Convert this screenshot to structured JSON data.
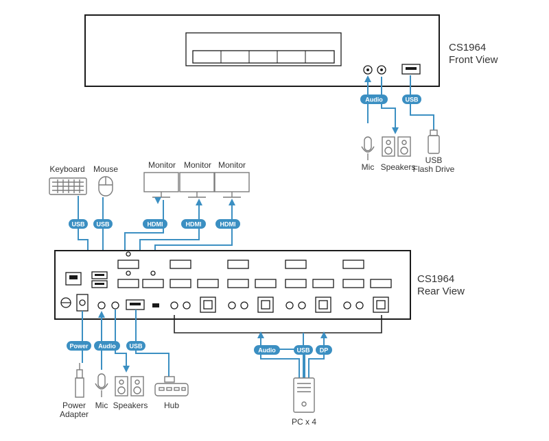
{
  "front": {
    "model": "CS1964",
    "view": "Front View"
  },
  "rear": {
    "model": "CS1964",
    "view": "Rear View"
  },
  "devices": {
    "keyboard": "Keyboard",
    "mouse": "Mouse",
    "monitor": "Monitor",
    "mic": "Mic",
    "speakers": "Speakers",
    "usb_flash": [
      "USB",
      "Flash Drive"
    ],
    "power_adapter": [
      "Power",
      "Adapter"
    ],
    "hub": "Hub",
    "pc": "PC x 4"
  },
  "badges": {
    "usb": "USB",
    "hdmi": "HDMI",
    "audio": "Audio",
    "power": "Power",
    "dp": "DP"
  },
  "colors": {
    "cable": "#3b8fc2",
    "badge": "#3b8fc2",
    "outline": "#1a1a1a",
    "device": "#7a7a7a"
  }
}
